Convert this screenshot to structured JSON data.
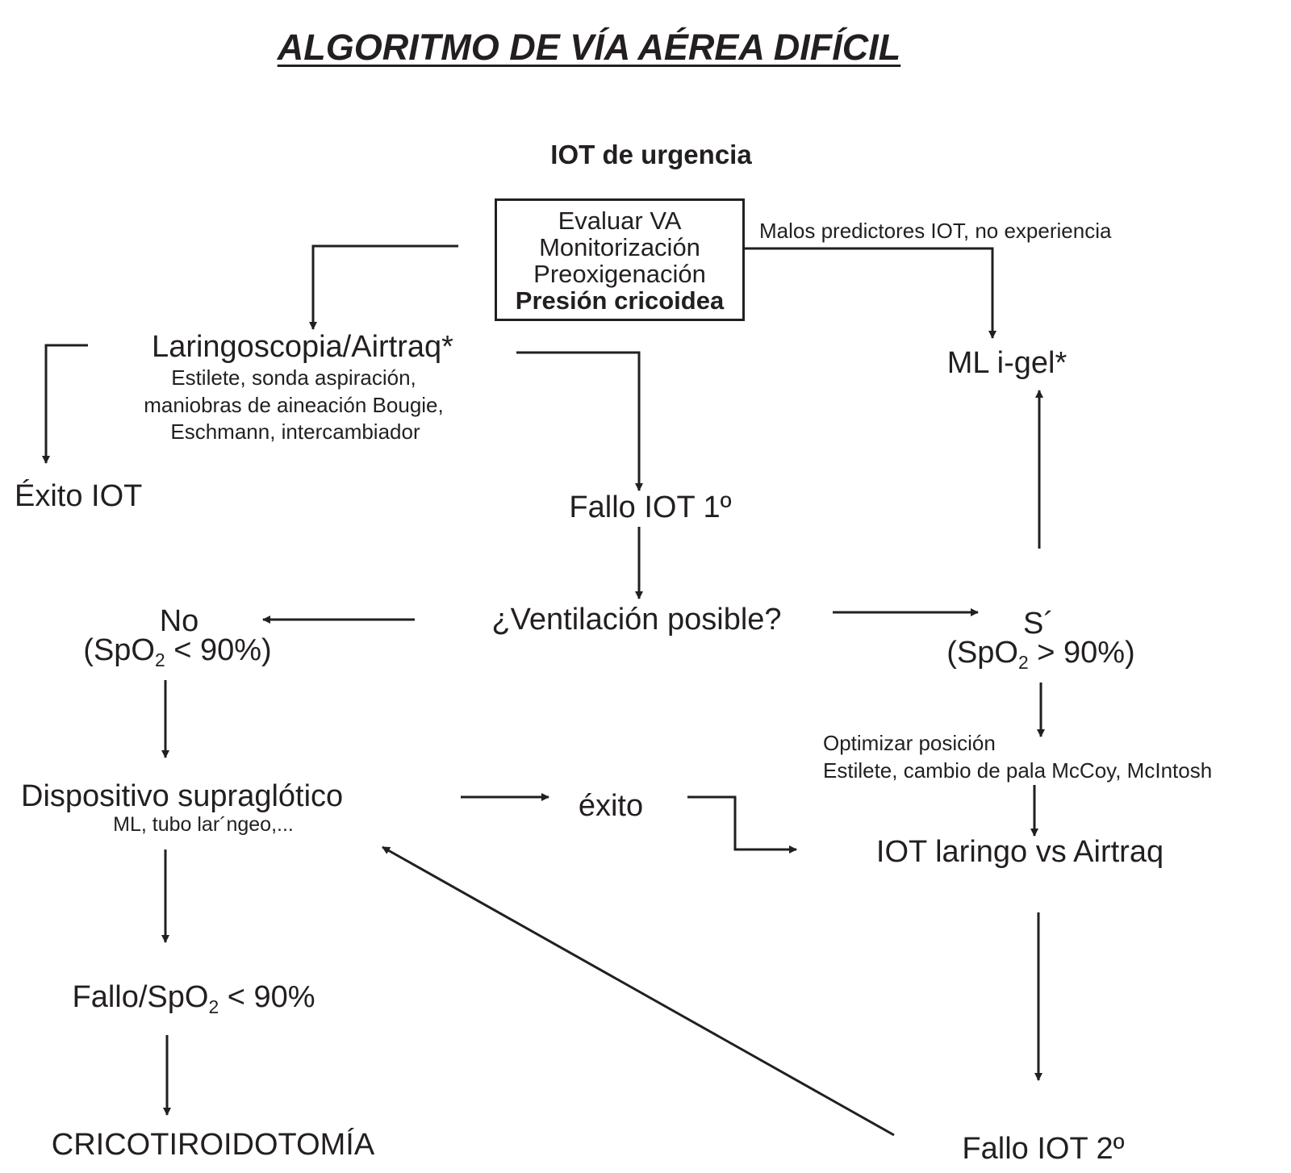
{
  "title": "ALGORITMO DE VÍA AÉREA DIFÍCIL",
  "start": "IOT de urgencia",
  "box": {
    "lines": [
      "Evaluar VA",
      "Monitorización",
      "Preoxigenación"
    ],
    "bold_line": "Presión cricoidea"
  },
  "edge_label_right": "Malos predictores IOT, no experiencia",
  "laryngoscopy": {
    "title": "Laringoscopia/Airtraq*",
    "details": [
      "Estilete, sonda aspiración,",
      "maniobras de aineación Bougie,",
      "Eschmann, intercambiador"
    ]
  },
  "ml_igel": "ML i-gel*",
  "exito_iot": "Éxito IOT",
  "fallo_iot_1": "Fallo IOT 1º",
  "ventilation_question": "¿Ventilación posible?",
  "no_branch": {
    "label": "No",
    "spo2_open": "(SpO",
    "spo2_sub": "2",
    "spo2_close": " < 90%)"
  },
  "yes_branch": {
    "label": "S´",
    "spo2_open": "(SpO",
    "spo2_sub": "2",
    "spo2_close": " > 90%)"
  },
  "optimize": [
    "Optimizar posición",
    "Estilete, cambio de pala McCoy, McIntosh"
  ],
  "supraglottic": {
    "title": "Dispositivo supraglótico",
    "detail": "ML, tubo lar´ngeo,..."
  },
  "exito": "éxito",
  "iot_laringo": "IOT laringo vs Airtraq",
  "fallo_spo2": {
    "open": "Fallo/SpO",
    "sub": "2",
    "close": " < 90%"
  },
  "cricothyroidotomy": "CRICOTIROIDOTOMÍA",
  "fallo_iot_2": "Fallo IOT 2º",
  "colors": {
    "ink": "#231f20",
    "background": "#ffffff"
  }
}
